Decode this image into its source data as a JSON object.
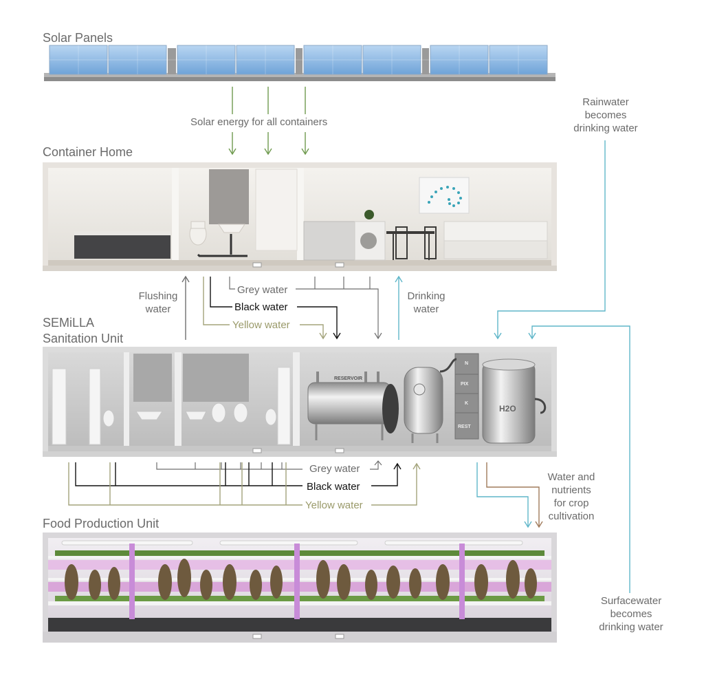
{
  "sections": {
    "solar": "Solar Panels",
    "home": "Container Home",
    "sanitation_line1": "SEMiLLA",
    "sanitation_line2": "Sanitation Unit",
    "food": "Food Production Unit"
  },
  "labels": {
    "solar_energy": "Solar energy for all containers",
    "rainwater": [
      "Rainwater",
      "becomes",
      "drinking water"
    ],
    "flushing": [
      "Flushing",
      "water"
    ],
    "drinking": [
      "Drinking",
      "water"
    ],
    "grey_top": "Grey water",
    "black_top": "Black water",
    "yellow_top": "Yellow water",
    "grey_bottom": "Grey water",
    "black_bottom": "Black water",
    "yellow_bottom": "Yellow water",
    "nutrients": [
      "Water and",
      "nutrients",
      "for crop",
      "cultivation"
    ],
    "surfacewater": [
      "Surfacewater",
      "becomes",
      "drinking water"
    ]
  },
  "equipment_labels": {
    "reservoir": "RESERVOIR",
    "n": "N",
    "pix": "PIX",
    "k": "K",
    "rest": "REST",
    "h2o": "H2O"
  },
  "colors": {
    "grey_line": "#6e6e6e",
    "black_line": "#111111",
    "yellow_line": "#a3a37a",
    "teal_line": "#5fb6c9",
    "green_line": "#6f9a4e",
    "brown_line": "#a07a5a"
  }
}
